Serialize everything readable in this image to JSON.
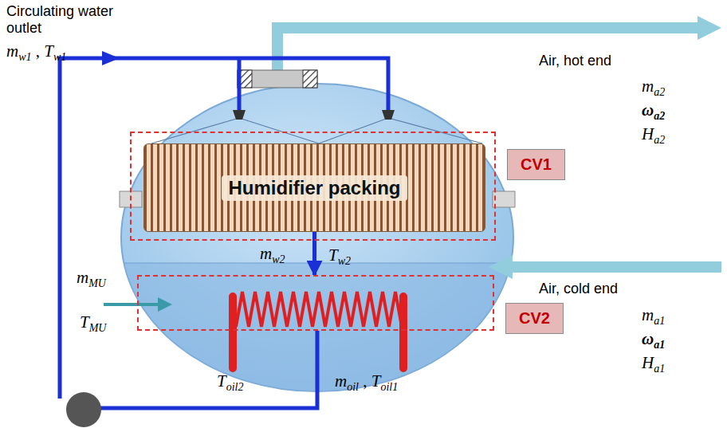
{
  "diagram": {
    "nodes": [
      {
        "text": [
          "CV1"
        ]
      },
      {
        "text": [
          "Humidifier packing"
        ],
        "in": 0
      },
      {
        "text": [
          "CV2"
        ]
      }
    ],
    "edges": [
      {
        "from": 1,
        "to": 2,
        "arrow": "to"
      }
    ],
    "labels": [
      "Circulating water outlet",
      "mw1 , Tw1",
      "Air, hot end",
      "ma2",
      "ωa2",
      "Ha2",
      "mw2",
      "Tw2",
      "Air, cold end",
      "ma1",
      "ωa1",
      "Ha1",
      "mMU",
      "TMU",
      "Toil2",
      "moil , Toil1"
    ]
  }
}
